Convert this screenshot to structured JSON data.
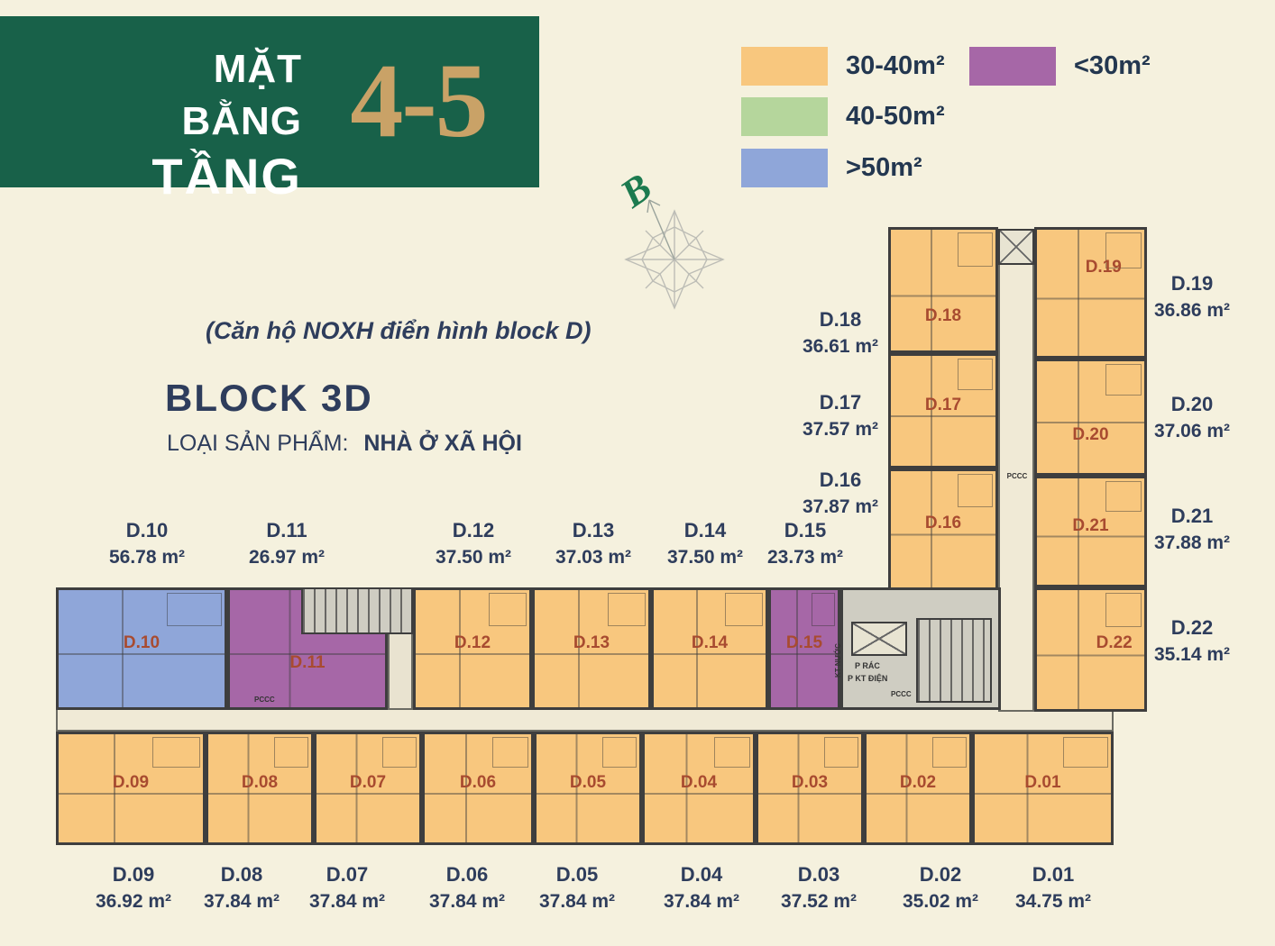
{
  "background": "#f5f1de",
  "banner": {
    "line1": "MẶT BẰNG",
    "line2": "TẦNG",
    "number": "4-5",
    "bg_color": "#186149",
    "number_color": "#c9a267"
  },
  "legend": {
    "items": [
      {
        "label": "30-40m²",
        "color": "#f8c77e"
      },
      {
        "label": "<30m²",
        "color": "#a667a7"
      },
      {
        "label": "40-50m²",
        "color": "#b5d69c"
      },
      {
        "label": ">50m²",
        "color": "#8fa6d9"
      }
    ]
  },
  "compass": {
    "label": "B"
  },
  "subtitle": "(Căn hộ NOXH điển hình block D)",
  "block_info": {
    "name": "BLOCK 3D",
    "product_label": "LOẠI SẢN PHẨM:",
    "product_value": "NHÀ Ở XÃ HỘI"
  },
  "plan": {
    "groups": [
      {
        "name": "mid-row",
        "label_side": "above",
        "items": [
          {
            "id": "D.10",
            "area": "56.78 m²",
            "size": ">50m²"
          },
          {
            "id": "D.11",
            "area": "26.97 m²",
            "size": "<30m²"
          },
          {
            "id": "D.12",
            "area": "37.50 m²",
            "size": "30-40m²"
          },
          {
            "id": "D.13",
            "area": "37.03 m²",
            "size": "30-40m²"
          },
          {
            "id": "D.14",
            "area": "37.50 m²",
            "size": "30-40m²"
          },
          {
            "id": "D.15",
            "area": "23.73 m²",
            "size": "<30m²"
          }
        ]
      },
      {
        "name": "bottom-row",
        "label_side": "below",
        "items": [
          {
            "id": "D.09",
            "area": "36.92 m²",
            "size": "30-40m²"
          },
          {
            "id": "D.08",
            "area": "37.84 m²",
            "size": "30-40m²"
          },
          {
            "id": "D.07",
            "area": "37.84 m²",
            "size": "30-40m²"
          },
          {
            "id": "D.06",
            "area": "37.84 m²",
            "size": "30-40m²"
          },
          {
            "id": "D.05",
            "area": "37.84 m²",
            "size": "30-40m²"
          },
          {
            "id": "D.04",
            "area": "37.84 m²",
            "size": "30-40m²"
          },
          {
            "id": "D.03",
            "area": "37.52 m²",
            "size": "30-40m²"
          },
          {
            "id": "D.02",
            "area": "35.02 m²",
            "size": "30-40m²"
          },
          {
            "id": "D.01",
            "area": "34.75 m²",
            "size": "30-40m²"
          }
        ]
      },
      {
        "name": "wing-left-col",
        "label_side": "left",
        "items": [
          {
            "id": "D.18",
            "area": "36.61 m²",
            "size": "30-40m²"
          },
          {
            "id": "D.17",
            "area": "37.57 m²",
            "size": "30-40m²"
          },
          {
            "id": "D.16",
            "area": "37.87 m²",
            "size": "30-40m²"
          }
        ]
      },
      {
        "name": "wing-right-col",
        "label_side": "right",
        "items": [
          {
            "id": "D.19",
            "area": "36.86 m²",
            "size": "30-40m²"
          },
          {
            "id": "D.20",
            "area": "37.06 m²",
            "size": "30-40m²"
          },
          {
            "id": "D.21",
            "area": "37.88 m²",
            "size": "30-40m²"
          },
          {
            "id": "D.22",
            "area": "35.14 m²",
            "size": "30-40m²"
          }
        ]
      }
    ],
    "utilities": {
      "trash_room": "P RÁC",
      "electrical_room": "P KT ĐIỆN",
      "fire": "PCCC",
      "water": "KT NƯỚC"
    }
  }
}
